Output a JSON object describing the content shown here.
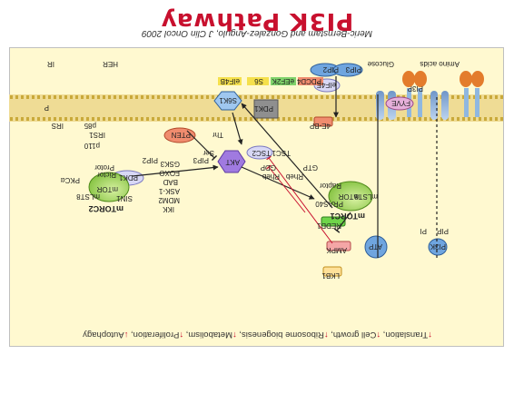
{
  "title": "PI3K Pathway",
  "citation": "Meric-Bernstam and Gonzalez-Angulo, J Clin Oncol 2009",
  "effects": [
    {
      "dir": "↑",
      "label": "Translation"
    },
    {
      "dir": "↑",
      "label": "Cell growth"
    },
    {
      "dir": "↑",
      "label": "Ribosome biogenesis"
    },
    {
      "dir": "↑",
      "label": "Metabolism"
    },
    {
      "dir": "↑",
      "label": "Proliferation"
    },
    {
      "dir": "↓",
      "label": "Autophagy"
    }
  ],
  "colors": {
    "title": "#c8102e",
    "background": "#fff9d0",
    "membrane": "#e3c766"
  },
  "nodes": {
    "eif4b": "eIF4B",
    "s6": "S6",
    "eef2k": "eEF2K",
    "pdcd4": "PDCD4",
    "s6k1": "S6K1",
    "pdk1_top": "PDK1",
    "eif4e": "eIF4E",
    "four_ebp": "4E-BP",
    "mtorc1": "mTORC1",
    "mtorc2": "mTORC2",
    "pras40": "PRAS40",
    "raptor": "Raptor",
    "mtor1": "mTOR",
    "mlst8_1": "mLST8",
    "rictor": "Rictor",
    "mtor2": "mTOR",
    "mlst8_2": "mLST8",
    "sin1": "SIN1",
    "protor": "Protor",
    "pkca": "PKCα",
    "rheb_gtp": "Rheb",
    "rheb_gdp": "Rheb",
    "gtp": "GTP",
    "gdp": "GDP",
    "tsc2": "TSC2",
    "tsc1": "TSC1",
    "akt": "AKT",
    "thr": "Thr",
    "ser": "Ser",
    "pten": "PTEN",
    "pip2_mid": "PIP2",
    "pip3_mid": "PIP3",
    "pip2_low": "PIP2",
    "pip3_low": "PIP3",
    "pdk1_mem": "PDK1",
    "redd1": "REDD1",
    "ampk": "AMPK",
    "atp": "ATP",
    "lkb1": "LKB1",
    "fyve": "FYVE",
    "pi3p": "PI3P",
    "pip": "PIP",
    "pi": "PI",
    "p3k": "PI3K",
    "irs1_a": "IRS",
    "irs1_b": "IRS1",
    "p85": "p85",
    "p110": "p110",
    "r": "IR",
    "her": "HER",
    "glucose": "Glucose",
    "amino_acids": "Amino acids",
    "p": "P"
  },
  "akt_targets": [
    "IKK",
    "MDM2",
    "ASK-1",
    "BAD",
    "FOXO",
    "GSK3"
  ]
}
